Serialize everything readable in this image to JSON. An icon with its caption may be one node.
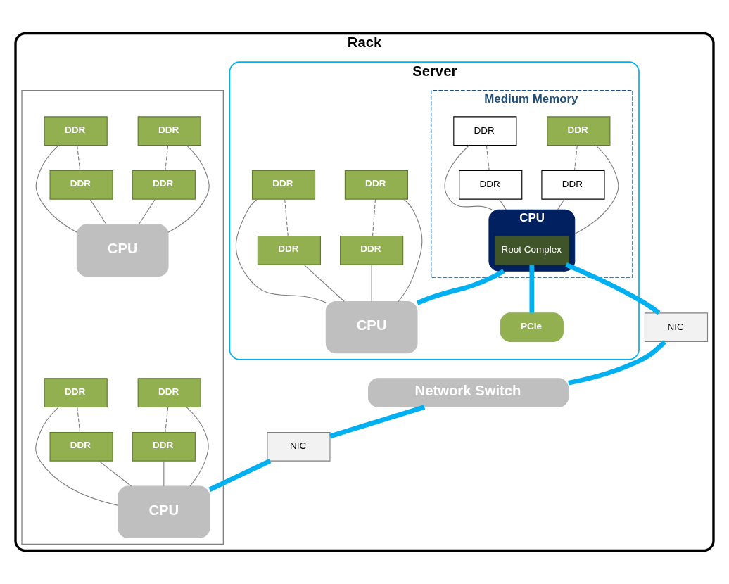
{
  "diagram": {
    "nodes": [
      {
        "text": [
          "Rack"
        ]
      },
      {
        "text": [
          "Server"
        ],
        "in": 0
      },
      {
        "text": [
          "Medium Memory"
        ],
        "in": 1
      },
      {
        "text": [
          "DDR"
        ],
        "in": 2
      },
      {
        "text": [
          "DDR"
        ],
        "in": 2
      },
      {
        "text": [
          "CPU"
        ],
        "in": 2
      },
      {
        "text": [
          "Root Complex"
        ],
        "in": 5
      },
      {
        "text": [
          "DDR"
        ],
        "in": 2
      },
      {
        "text": [
          "DDR"
        ],
        "in": 2
      },
      {
        "text": [
          "DDR"
        ],
        "in": 1
      },
      {
        "text": [
          "DDR"
        ],
        "in": 1
      },
      {
        "text": [
          "CPU"
        ],
        "in": 1
      },
      {
        "text": [
          "DDR"
        ],
        "in": 1
      },
      {
        "text": [
          "DDR"
        ],
        "in": 1
      },
      {
        "text": [
          "PCIe"
        ],
        "in": 1
      },
      {
        "text": [
          "NIC"
        ],
        "in": 0
      },
      {
        "text": [
          "Network Switch"
        ],
        "in": 0
      },
      {
        "text": [],
        "shape": "box",
        "in": 0
      },
      {
        "text": [
          "NIC"
        ],
        "in": 0
      },
      {
        "text": [
          "DDR"
        ],
        "in": 17
      },
      {
        "text": [
          "DDR"
        ],
        "in": 17
      },
      {
        "text": [
          "CPU"
        ],
        "in": 17
      },
      {
        "text": [
          "DDR"
        ],
        "in": 17
      },
      {
        "text": [
          "DDR"
        ],
        "in": 17
      },
      {
        "text": [
          "DDR"
        ],
        "in": 17
      },
      {
        "text": [
          "DDR"
        ],
        "in": 17
      },
      {
        "text": [
          "CPU"
        ],
        "in": 17
      },
      {
        "text": [
          "DDR"
        ],
        "in": 17
      },
      {
        "text": [
          "DDR"
        ],
        "in": 17
      }
    ],
    "edges": [
      {
        "from": 3,
        "to": 4,
        "arrow": "none",
        "style": "dashed"
      },
      {
        "from": 3,
        "to": 5,
        "arrow": "none"
      },
      {
        "from": 4,
        "to": 5,
        "arrow": "none"
      },
      {
        "from": 7,
        "to": 8,
        "arrow": "none",
        "style": "dashed"
      },
      {
        "from": 7,
        "to": 5,
        "arrow": "none"
      },
      {
        "from": 8,
        "to": 5,
        "arrow": "none"
      },
      {
        "from": 9,
        "to": 10,
        "arrow": "none",
        "style": "dashed"
      },
      {
        "from": 9,
        "to": 11,
        "arrow": "none"
      },
      {
        "from": 10,
        "to": 11,
        "arrow": "none"
      },
      {
        "from": 12,
        "to": 13,
        "arrow": "none",
        "style": "dashed"
      },
      {
        "from": 12,
        "to": 11,
        "arrow": "none"
      },
      {
        "from": 13,
        "to": 11,
        "arrow": "none"
      },
      {
        "from": 5,
        "to": 11,
        "arrow": "none",
        "style": "thick",
        "color": "#00b0f0"
      },
      {
        "from": 6,
        "to": 14,
        "arrow": "none",
        "style": "thick",
        "color": "#00b0f0"
      },
      {
        "from": 6,
        "to": 15,
        "arrow": "none",
        "style": "thick",
        "color": "#00b0f0"
      },
      {
        "from": 15,
        "to": 16,
        "arrow": "none",
        "style": "thick",
        "color": "#00b0f0"
      },
      {
        "from": 16,
        "to": 18,
        "arrow": "none",
        "style": "thick",
        "color": "#00b0f0"
      },
      {
        "from": 18,
        "to": 21,
        "arrow": "none",
        "style": "thick",
        "color": "#00b0f0"
      },
      {
        "from": 19,
        "to": 20,
        "arrow": "none",
        "style": "dashed"
      },
      {
        "from": 19,
        "to": 21,
        "arrow": "none"
      },
      {
        "from": 20,
        "to": 21,
        "arrow": "none"
      },
      {
        "from": 22,
        "to": 23,
        "arrow": "none",
        "style": "dashed"
      },
      {
        "from": 22,
        "to": 21,
        "arrow": "none"
      },
      {
        "from": 23,
        "to": 21,
        "arrow": "none"
      },
      {
        "from": 24,
        "to": 25,
        "arrow": "none",
        "style": "dashed"
      },
      {
        "from": 24,
        "to": 26,
        "arrow": "none"
      },
      {
        "from": 25,
        "to": 26,
        "arrow": "none"
      },
      {
        "from": 27,
        "to": 28,
        "arrow": "none",
        "style": "dashed"
      },
      {
        "from": 27,
        "to": 26,
        "arrow": "none"
      },
      {
        "from": 28,
        "to": 26,
        "arrow": "none"
      }
    ]
  }
}
